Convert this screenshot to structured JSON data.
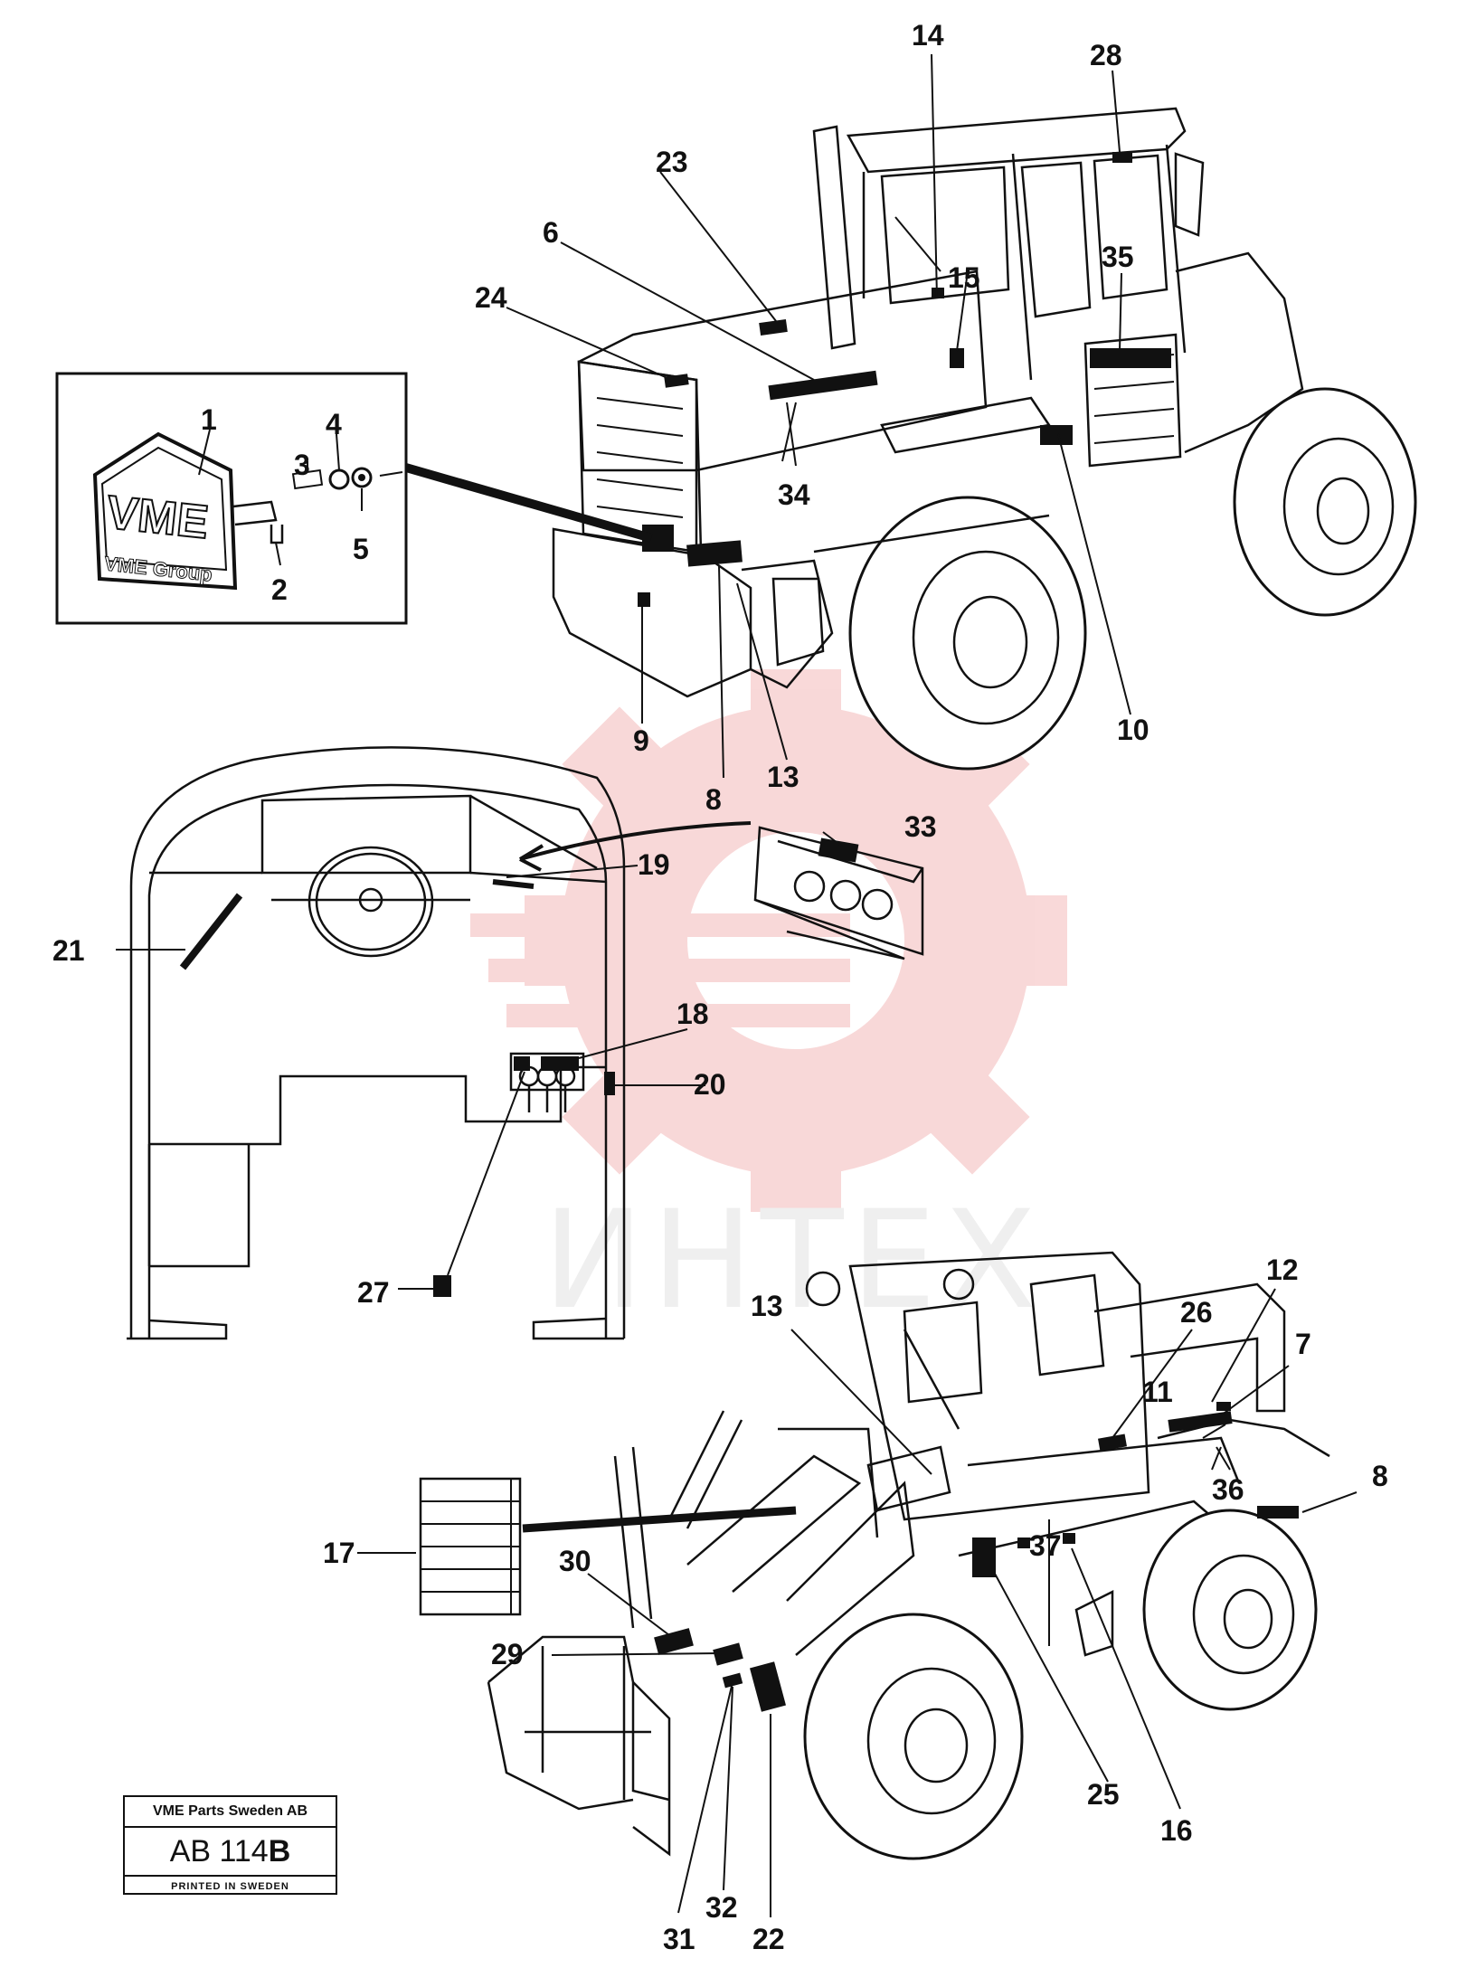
{
  "watermark": {
    "text": "ИНТЕХ",
    "color": "#f2b3b3"
  },
  "footer": {
    "company": "VME Parts Sweden AB",
    "code_prefix": "AB 114",
    "code_suffix": "B",
    "printed": "PRINTED IN SWEDEN"
  },
  "logo_plate": {
    "top": "VME",
    "bottom": "VME Group"
  },
  "callouts": {
    "c1": "1",
    "c2": "2",
    "c3": "3",
    "c4": "4",
    "c5": "5",
    "c6": "6",
    "c7": "7",
    "c8a": "8",
    "c8b": "8",
    "c9": "9",
    "c10": "10",
    "c11": "11",
    "c12": "12",
    "c13a": "13",
    "c13b": "13",
    "c14": "14",
    "c15": "15",
    "c16": "16",
    "c17": "17",
    "c18": "18",
    "c19": "19",
    "c20": "20",
    "c21": "21",
    "c22": "22",
    "c23": "23",
    "c24": "24",
    "c25": "25",
    "c26": "26",
    "c27": "27",
    "c28": "28",
    "c29": "29",
    "c30": "30",
    "c31": "31",
    "c32": "32",
    "c33": "33",
    "c34": "34",
    "c35": "35",
    "c36": "36",
    "c37": "37"
  }
}
